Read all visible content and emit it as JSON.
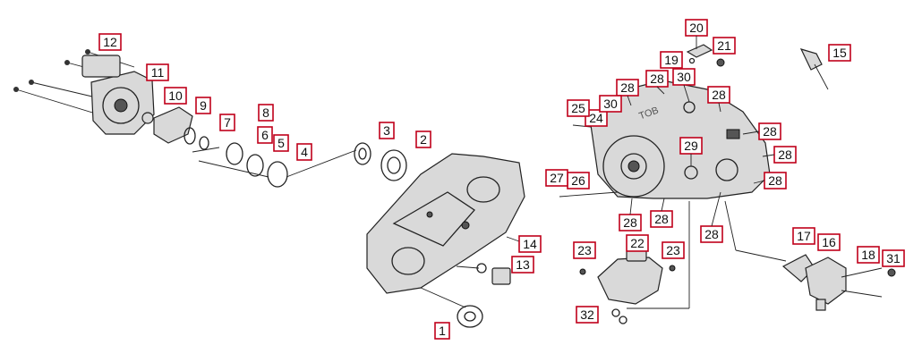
{
  "callouts": [
    {
      "id": "c1",
      "text": "1"
    },
    {
      "id": "c2",
      "text": "2"
    },
    {
      "id": "c3",
      "text": "3"
    },
    {
      "id": "c4",
      "text": "4"
    },
    {
      "id": "c5",
      "text": "5"
    },
    {
      "id": "c6",
      "text": "6"
    },
    {
      "id": "c7",
      "text": "7"
    },
    {
      "id": "c8",
      "text": "8"
    },
    {
      "id": "c9",
      "text": "9"
    },
    {
      "id": "c10",
      "text": "10"
    },
    {
      "id": "c11",
      "text": "11"
    },
    {
      "id": "c12",
      "text": "12"
    },
    {
      "id": "c13",
      "text": "13"
    },
    {
      "id": "c14",
      "text": "14"
    },
    {
      "id": "c15",
      "text": "15"
    },
    {
      "id": "c16",
      "text": "16"
    },
    {
      "id": "c17",
      "text": "17"
    },
    {
      "id": "c18",
      "text": "18"
    },
    {
      "id": "c19",
      "text": "19"
    },
    {
      "id": "c20",
      "text": "20"
    },
    {
      "id": "c21",
      "text": "21"
    },
    {
      "id": "c22",
      "text": "22"
    },
    {
      "id": "c23a",
      "text": "23"
    },
    {
      "id": "c23b",
      "text": "23"
    },
    {
      "id": "c24",
      "text": "24"
    },
    {
      "id": "c25",
      "text": "25"
    },
    {
      "id": "c26",
      "text": "26"
    },
    {
      "id": "c27",
      "text": "27"
    },
    {
      "id": "c28a",
      "text": "28"
    },
    {
      "id": "c28b",
      "text": "28"
    },
    {
      "id": "c28c",
      "text": "28"
    },
    {
      "id": "c28d",
      "text": "28"
    },
    {
      "id": "c28e",
      "text": "28"
    },
    {
      "id": "c28f",
      "text": "28"
    },
    {
      "id": "c28g",
      "text": "28"
    },
    {
      "id": "c28h",
      "text": "28"
    },
    {
      "id": "c28i",
      "text": "28"
    },
    {
      "id": "c29",
      "text": "29"
    },
    {
      "id": "c30a",
      "text": "30"
    },
    {
      "id": "c30b",
      "text": "30"
    },
    {
      "id": "c31",
      "text": "31"
    },
    {
      "id": "c32",
      "text": "32"
    }
  ],
  "cover_embossing": "TOB",
  "colors": {
    "callout_border": "#c0001a",
    "line": "#222222",
    "background": "#ffffff"
  }
}
